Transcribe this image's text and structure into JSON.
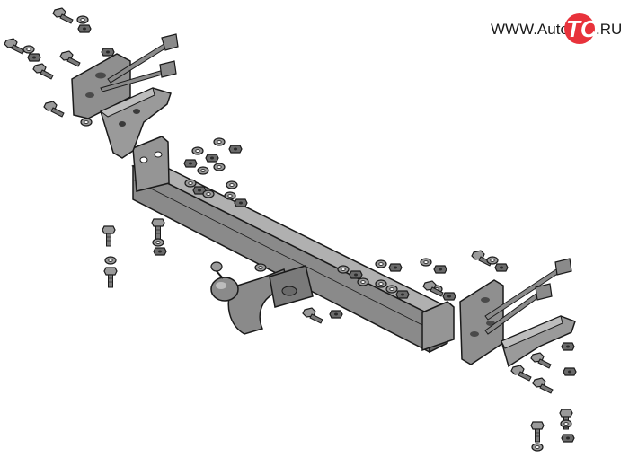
{
  "watermark": {
    "prefix": "WWW.Auto",
    "logo": "TC",
    "suffix": ".RU",
    "logo_color": "#e8323b"
  },
  "colors": {
    "part_fill": "#8a8a8a",
    "part_light": "#a8a8a8",
    "part_dark": "#5a5a5a",
    "outline": "#1a1a1a"
  }
}
